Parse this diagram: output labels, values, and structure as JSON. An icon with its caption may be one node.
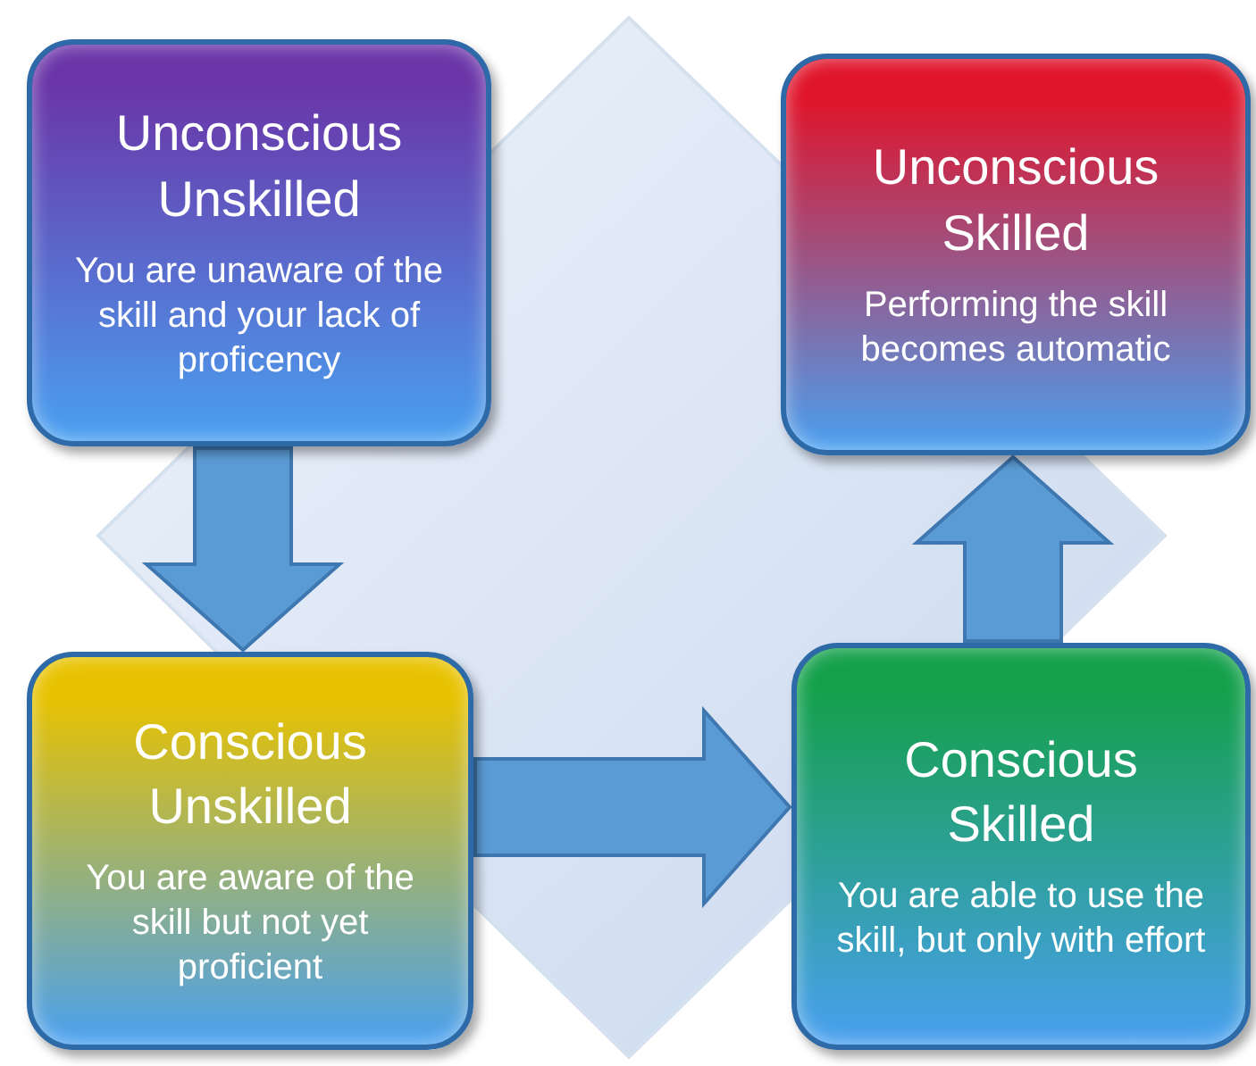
{
  "diagram": {
    "nodes": [
      {
        "text": [
          "Unconscious Unskilled",
          "You are unaware of the skill and your lack of proficency"
        ]
      },
      {
        "text": [
          "Unconscious Skilled",
          "Performing the skill becomes automatic"
        ]
      },
      {
        "text": [
          "Conscious Unskilled",
          "You are aware of the skill but not yet proficient"
        ]
      },
      {
        "text": [
          "Conscious Skilled",
          "You are able to use the skill, but only with effort"
        ]
      }
    ],
    "edges": [
      {
        "from": 0,
        "to": 2,
        "arrow": "to"
      },
      {
        "from": 2,
        "to": 3,
        "arrow": "to"
      },
      {
        "from": 3,
        "to": 1,
        "arrow": "to"
      }
    ]
  }
}
